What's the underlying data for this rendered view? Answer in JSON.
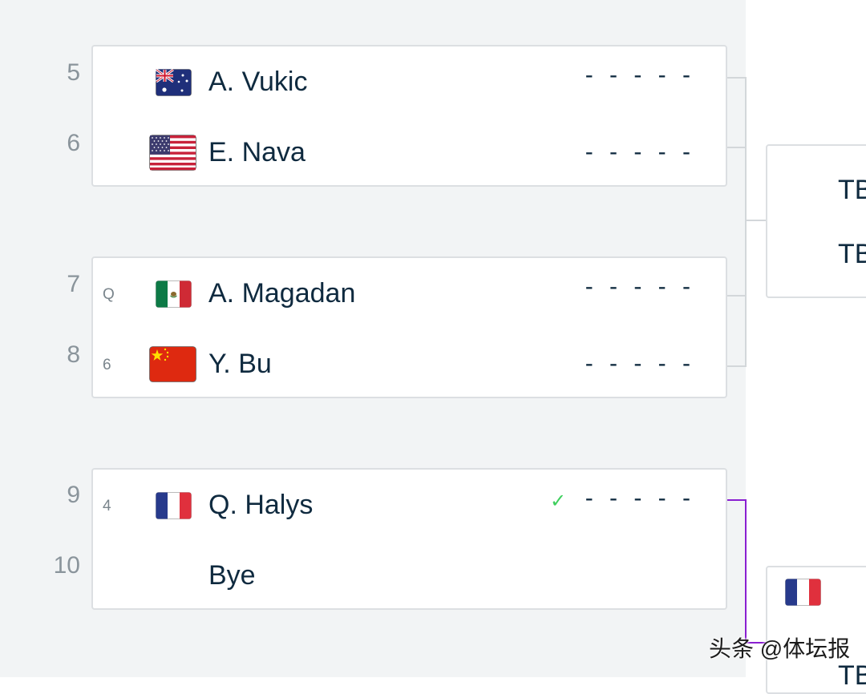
{
  "matches": [
    {
      "players": [
        {
          "seed": "5",
          "entry": "",
          "name": "A. Vukic",
          "flag": "australia-flag",
          "score": "- - - - -",
          "winner": false
        },
        {
          "seed": "6",
          "entry": "",
          "name": "E. Nava",
          "flag": "usa-flag",
          "score": "- - - - -",
          "winner": false
        }
      ]
    },
    {
      "players": [
        {
          "seed": "7",
          "entry": "Q",
          "name": "A. Magadan",
          "flag": "mexico-flag",
          "score": "- - - - -",
          "winner": false
        },
        {
          "seed": "8",
          "entry": "6",
          "name": "Y. Bu",
          "flag": "china-flag",
          "score": "- - - - -",
          "winner": false
        }
      ]
    },
    {
      "players": [
        {
          "seed": "9",
          "entry": "4",
          "name": "Q. Halys",
          "flag": "france-flag",
          "score": "- - - - -",
          "winner": true,
          "check": "✓"
        },
        {
          "seed": "10",
          "entry": "",
          "name": "Bye",
          "flag": "",
          "score": "",
          "winner": false
        }
      ]
    }
  ],
  "next_round": {
    "box1": {
      "top_name": "TB",
      "bottom_name": "TB"
    },
    "box2": {
      "flag": "france-flag",
      "bottom_name": "TB"
    }
  },
  "colors": {
    "background_left": "#f2f4f5",
    "connector_gray": "#d3d7da",
    "connector_winner": "#8a1fd1",
    "check_green": "#3ecf5d",
    "text_dark": "#0f2a3f"
  },
  "watermark": "头条 @体坛报"
}
